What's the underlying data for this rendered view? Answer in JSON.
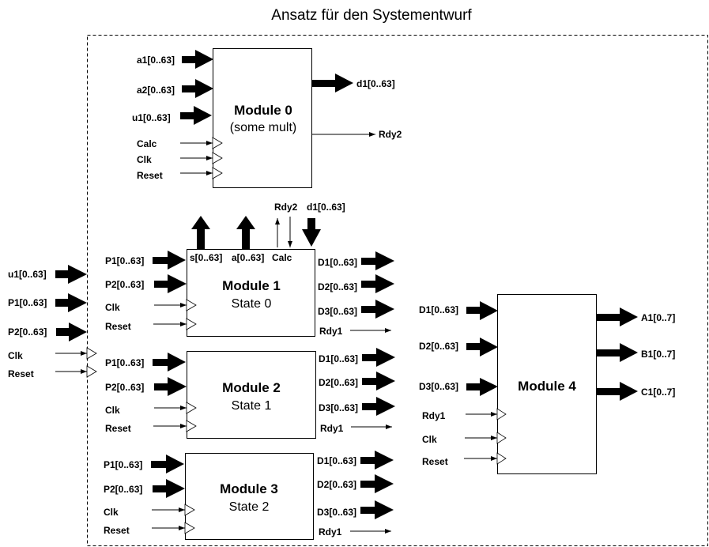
{
  "title": "Ansatz für den Systementwurf",
  "external_inputs": {
    "bus": [
      "u1[0..63]",
      "P1[0..63]",
      "P2[0..63]"
    ],
    "signals": [
      "Clk",
      "Reset"
    ]
  },
  "module0": {
    "name": "Module 0",
    "subtitle": "(some mult)",
    "bus_inputs": [
      "a1[0..63]",
      "a2[0..63]",
      "u1[0..63]"
    ],
    "signal_inputs": [
      "Calc",
      "Clk",
      "Reset"
    ],
    "bus_output": "d1[0..63]",
    "signal_output": "Rdy2"
  },
  "module1": {
    "name": "Module 1",
    "subtitle": "State 0",
    "bus_inputs": [
      "P1[0..63]",
      "P2[0..63]"
    ],
    "signal_inputs": [
      "Clk",
      "Reset"
    ],
    "top_ports": [
      "s[0..63]",
      "a[0..63]",
      "Calc"
    ],
    "top_labels": [
      "Rdy2",
      "d1[0..63]"
    ],
    "bus_outputs": [
      "D1[0..63]",
      "D2[0..63]",
      "D3[0..63]"
    ],
    "signal_output": "Rdy1"
  },
  "module2": {
    "name": "Module 2",
    "subtitle": "State 1",
    "bus_inputs": [
      "P1[0..63]",
      "P2[0..63]"
    ],
    "signal_inputs": [
      "Clk",
      "Reset"
    ],
    "bus_outputs": [
      "D1[0..63]",
      "D2[0..63]",
      "D3[0..63]"
    ],
    "signal_output": "Rdy1"
  },
  "module3": {
    "name": "Module 3",
    "subtitle": "State 2",
    "bus_inputs": [
      "P1[0..63]",
      "P2[0..63]"
    ],
    "signal_inputs": [
      "Clk",
      "Reset"
    ],
    "bus_outputs": [
      "D1[0..63]",
      "D2[0..63]",
      "D3[0..63]"
    ],
    "signal_output": "Rdy1"
  },
  "module4": {
    "name": "Module 4",
    "bus_inputs": [
      "D1[0..63]",
      "D2[0..63]",
      "D3[0..63]"
    ],
    "signal_inputs": [
      "Rdy1",
      "Clk",
      "Reset"
    ],
    "bus_outputs": [
      "A1[0..7]",
      "B1[0..7]",
      "C1[0..7]"
    ]
  }
}
